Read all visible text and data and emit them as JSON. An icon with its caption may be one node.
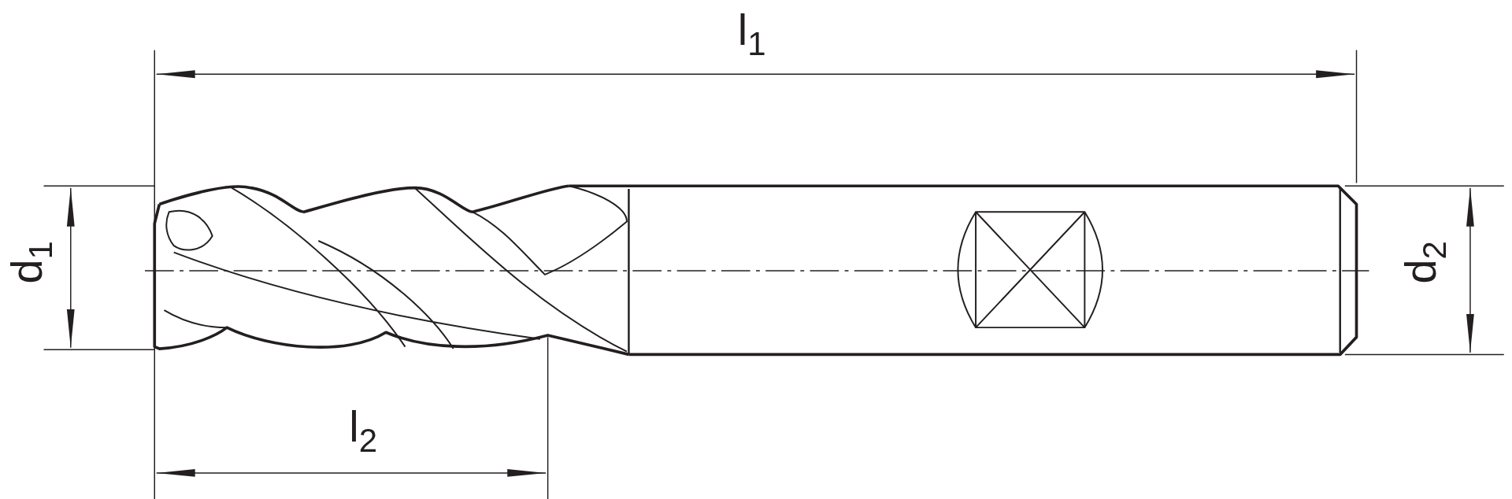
{
  "diagram": {
    "labels": [
      "l$_{1}$",
      "d$_{1}$",
      "d$_{2}$",
      "l$_{2}$"
    ]
  }
}
